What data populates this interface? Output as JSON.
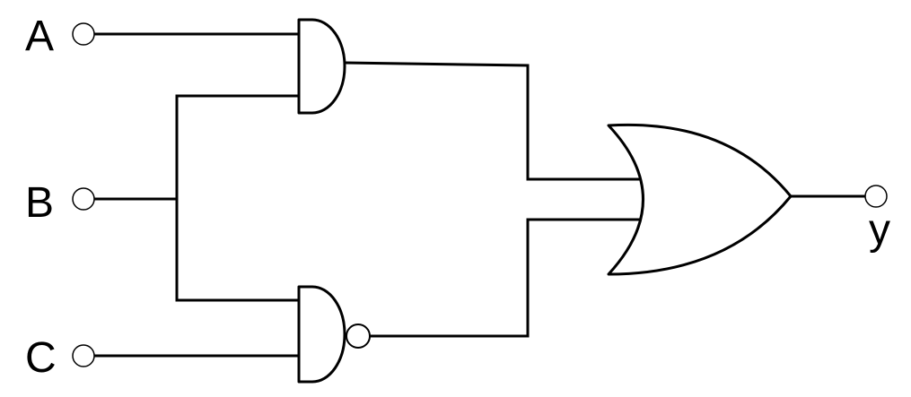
{
  "inputs": {
    "a": "A",
    "b": "B",
    "c": "C"
  },
  "output": {
    "y": "y"
  },
  "gates": [
    "AND",
    "NAND",
    "OR"
  ]
}
